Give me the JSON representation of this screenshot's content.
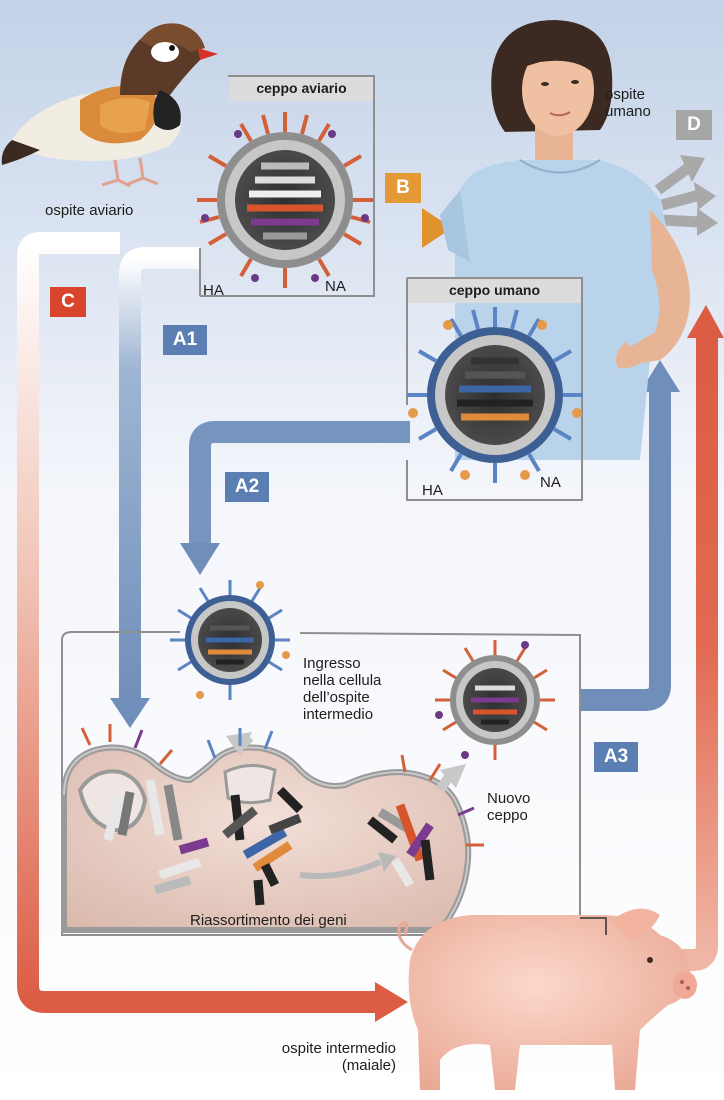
{
  "labels": {
    "avian_host": "ospite aviario",
    "human_host": "ospite\numano",
    "intermediate_host": "ospite intermedio\n(maiale)",
    "avian_strain_title": "ceppo aviario",
    "human_strain_title": "ceppo umano",
    "ha_avian": "HA",
    "na_avian": "NA",
    "ha_human": "HA",
    "na_human": "NA",
    "entry": "Ingresso\nnella cellula\ndell’ospite\nintermedio",
    "new_strain": "Nuovo\nceppo",
    "reassortment": "Riassortimento dei geni"
  },
  "badges": {
    "a1": "A1",
    "a2": "A2",
    "a3": "A3",
    "b": "B",
    "c": "C",
    "d": "D"
  },
  "colors": {
    "pathway_a": "#6f8fba",
    "pathway_b": "#e0922f",
    "pathway_c": "#dc5c44",
    "pathway_d": "#a9a9a9",
    "badge_a": "#5b7fb2",
    "badge_b": "#e39a36",
    "badge_c": "#d9452c",
    "badge_d": "#a6a6a6",
    "cell": "#e9d1c9",
    "pig": "#f3c1b0"
  }
}
